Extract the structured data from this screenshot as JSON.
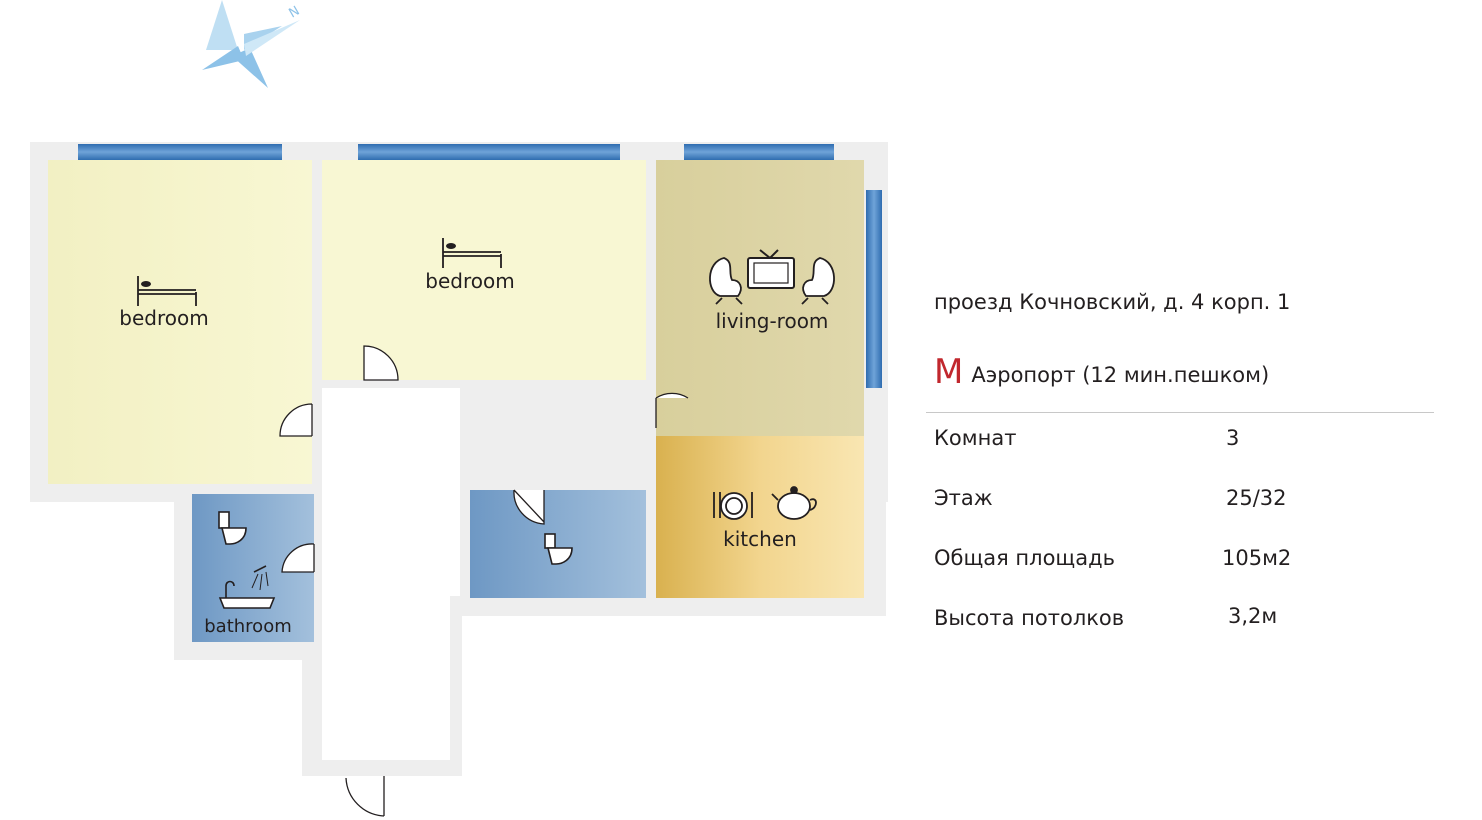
{
  "compass": {
    "north_label": "N",
    "icon": "compass-rose-icon",
    "color": "#a8d4ef"
  },
  "rooms": {
    "bedroom_left": {
      "label": "bedroom",
      "icon": "bed-icon"
    },
    "bedroom_center": {
      "label": "bedroom",
      "icon": "bed-icon"
    },
    "living_room": {
      "label": "living-room",
      "icons": [
        "armchair-icon",
        "tv-icon",
        "armchair-icon"
      ]
    },
    "kitchen": {
      "label": "kitchen",
      "icons": [
        "plate-cutlery-icon",
        "teapot-icon"
      ]
    },
    "bathroom": {
      "label": "bathroom",
      "icons": [
        "toilet-icon",
        "bathtub-shower-icon"
      ]
    },
    "wc": {
      "label": "",
      "icon": "toilet-icon"
    }
  },
  "colors": {
    "bedroom": "#f7f6cf",
    "living_room": "#dcd4a4",
    "kitchen": "#f2d68f",
    "bath": "#7ea5cd",
    "window": "#4a84c4",
    "wall": "#ececec",
    "metro": "#c1272d"
  },
  "info": {
    "address": "проезд Кочновский, д. 4 корп. 1",
    "metro_letter": "М",
    "metro_station": "Аэропорт (12 мин.пешком)",
    "rows": [
      {
        "label": "Комнат",
        "value": "3"
      },
      {
        "label": "Этаж",
        "value": "25/32"
      },
      {
        "label": "Общая площадь",
        "value": "105м2"
      },
      {
        "label": "Высота потолков",
        "value": "3,2м"
      }
    ]
  }
}
